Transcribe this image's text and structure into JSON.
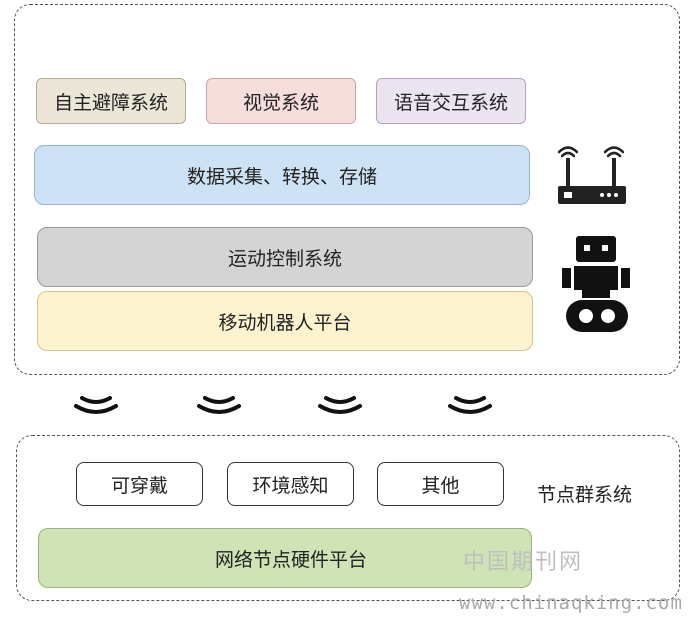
{
  "robot_system": {
    "top_modules": [
      "自主避障系统",
      "视觉系统",
      "语音交互系统"
    ],
    "data_layer": "数据采集、转换、存储",
    "motion_control": "运动控制系统",
    "mobile_platform": "移动机器人平台"
  },
  "node_system": {
    "modules": [
      "可穿戴",
      "环境感知",
      "其他"
    ],
    "platform": "网络节点硬件平台",
    "label": "节点群系统"
  },
  "watermark": {
    "cn": "中国期刊网",
    "url": "www.chinaqking.com"
  },
  "icons": [
    "router-icon",
    "robot-icon",
    "wireless-signal-icon"
  ]
}
